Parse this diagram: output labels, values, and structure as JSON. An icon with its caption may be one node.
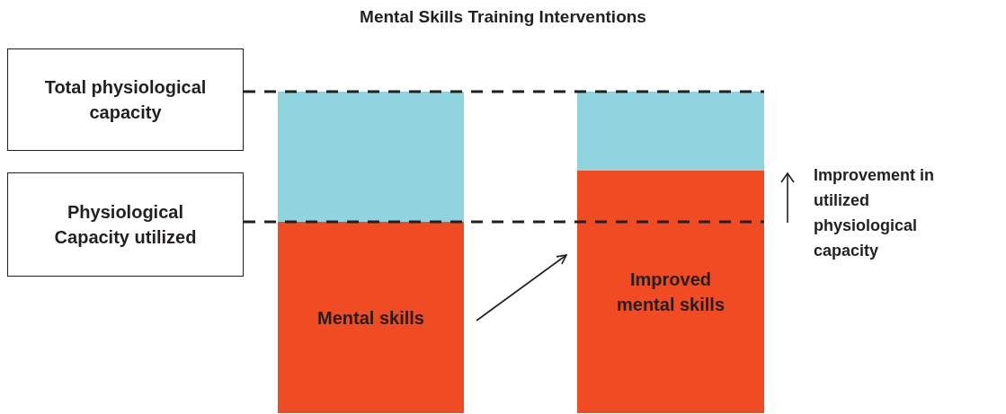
{
  "diagram": {
    "title": "Mental Skills Training Interventions",
    "nodes": [
      {
        "text": [
          "Total physiological capacity"
        ]
      },
      {
        "text": [
          "Physiological Capacity utilized"
        ]
      },
      {
        "text": [],
        "shape": "bar"
      },
      {
        "text": [
          "Mental skills"
        ]
      },
      {
        "text": [],
        "shape": "bar"
      },
      {
        "text": [
          "Improved mental skills"
        ]
      }
    ],
    "edges": [
      {
        "from": 0,
        "to": 4,
        "arrow": "none",
        "style": "dashed"
      },
      {
        "from": 1,
        "to": 5,
        "arrow": "none",
        "style": "dashed"
      },
      {
        "from": 3,
        "to": 5,
        "arrow": "to"
      }
    ],
    "labels": [
      "Improvement in utilized physiological capacity"
    ]
  }
}
